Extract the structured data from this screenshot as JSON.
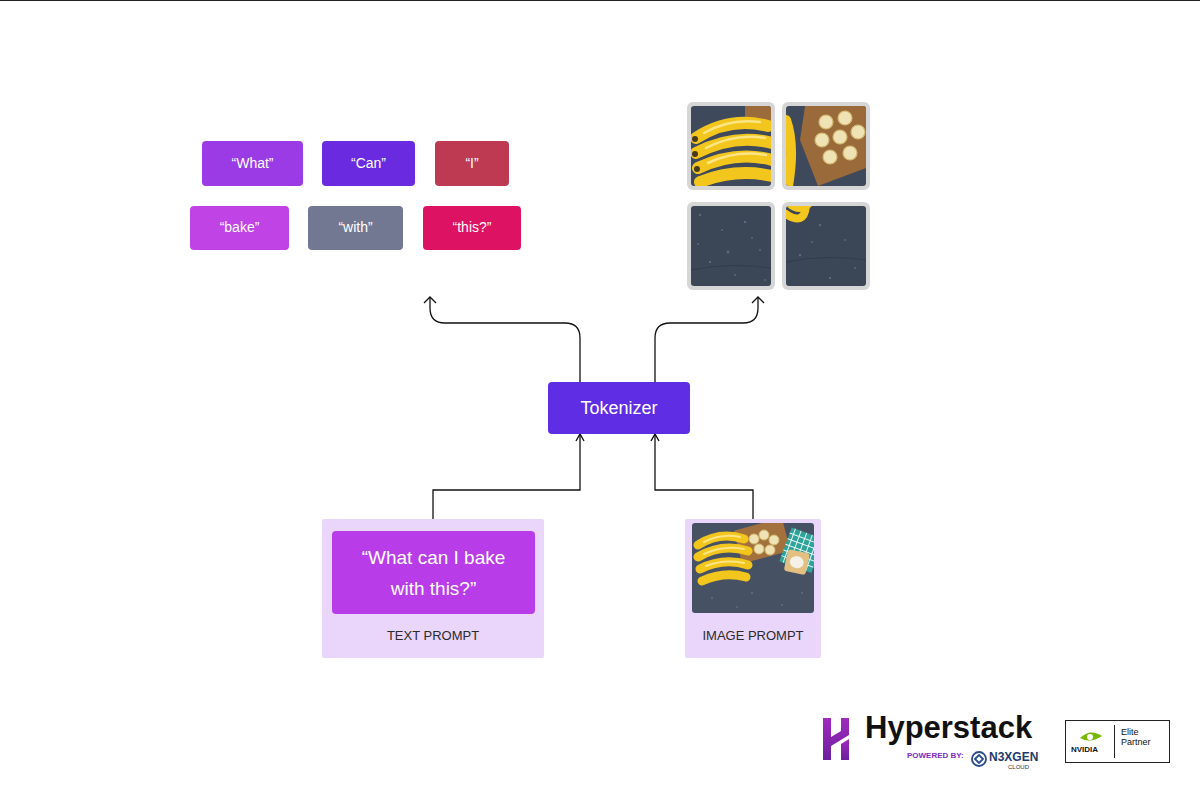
{
  "diagram": {
    "nodes": [
      {
        "text": [
          "“What”"
        ]
      },
      {
        "text": [
          "“Can”"
        ]
      },
      {
        "text": [
          "“I”"
        ]
      },
      {
        "text": [
          "“bake”"
        ]
      },
      {
        "text": [
          "“with”"
        ]
      },
      {
        "text": [
          "“this?”"
        ]
      },
      {
        "text": [
          "Tokenizer"
        ]
      },
      {
        "text": [
          "TEXT PROMPT"
        ]
      },
      {
        "text": [
          "“What can I bake with this?”"
        ],
        "in": 7
      },
      {
        "text": [
          "IMAGE PROMPT"
        ]
      }
    ],
    "edges": [
      {
        "from": 7,
        "to": 6,
        "arrow": "to"
      },
      {
        "from": 9,
        "to": 6,
        "arrow": "to"
      }
    ],
    "labels": [
      "Hyperstack",
      "POWERED BY:",
      "N3XGEN",
      "CLOUD",
      "NVIDIA",
      "Elite Partner"
    ]
  }
}
